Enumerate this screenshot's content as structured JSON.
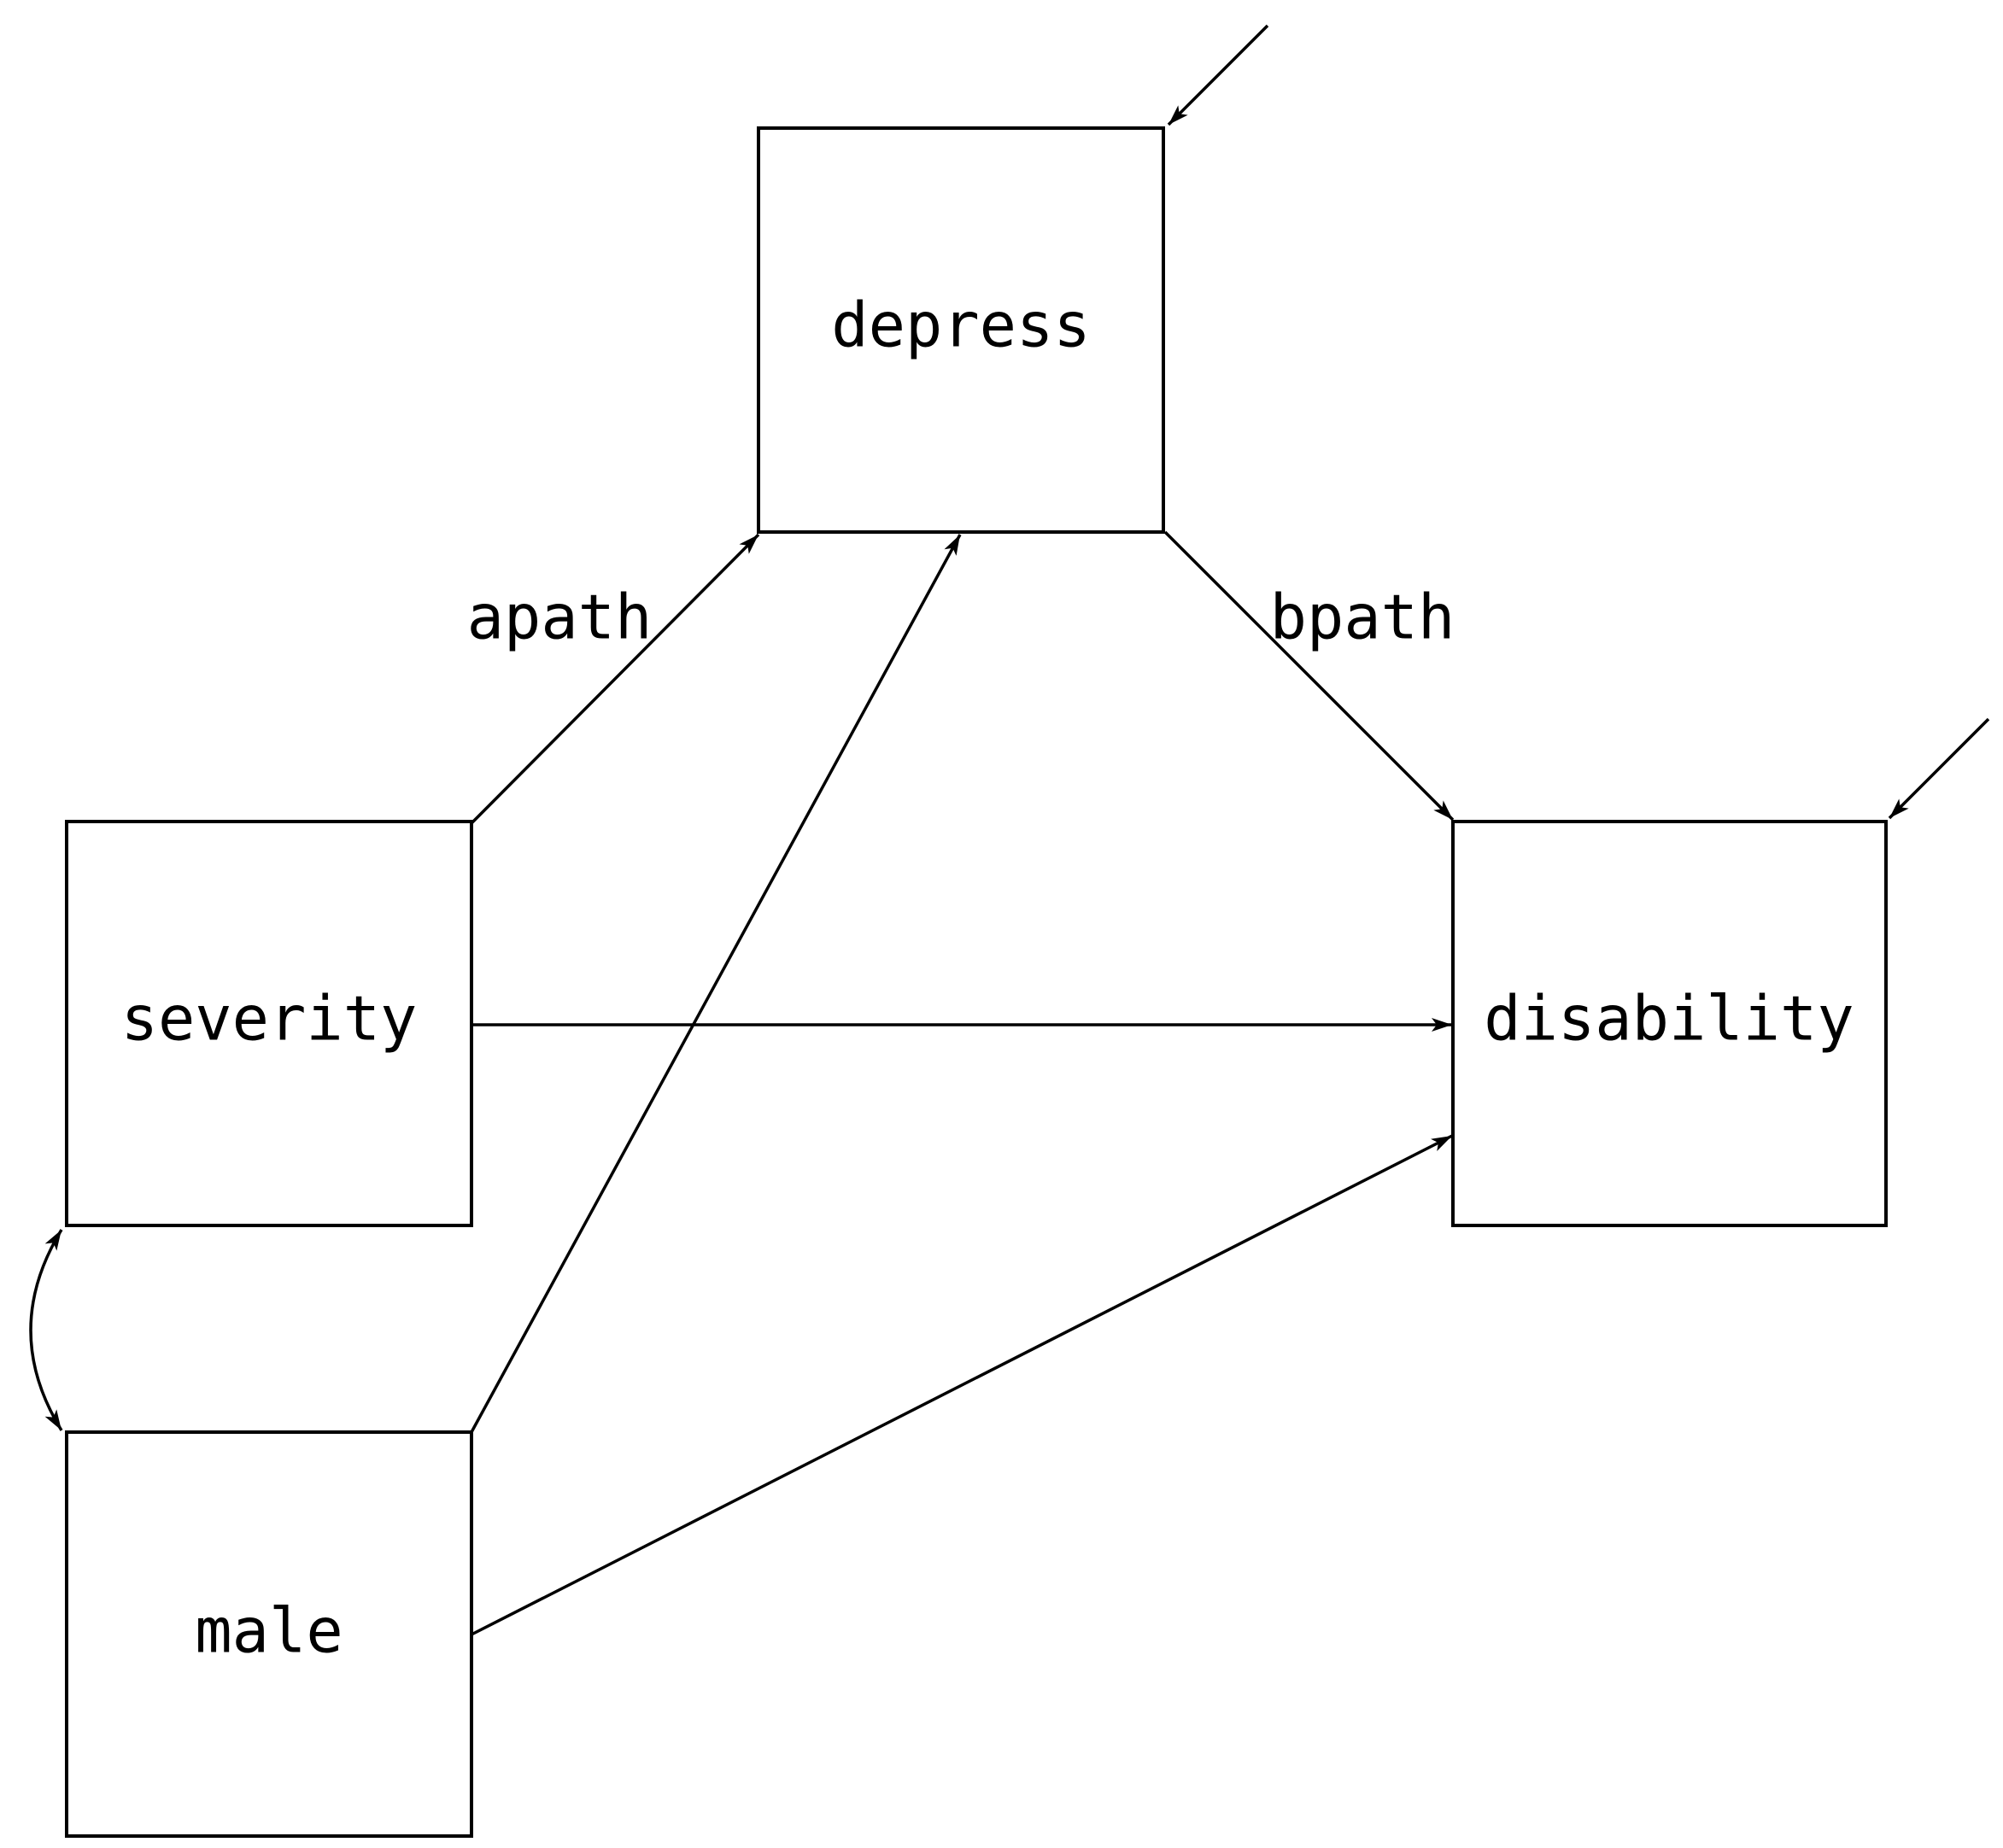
{
  "nodes": {
    "depress": "depress",
    "severity": "severity",
    "disability": "disability",
    "male": "male"
  },
  "edge_labels": {
    "apath": "apath",
    "bpath": "bpath"
  },
  "colors": {
    "stroke": "#000000",
    "background": "#ffffff"
  }
}
